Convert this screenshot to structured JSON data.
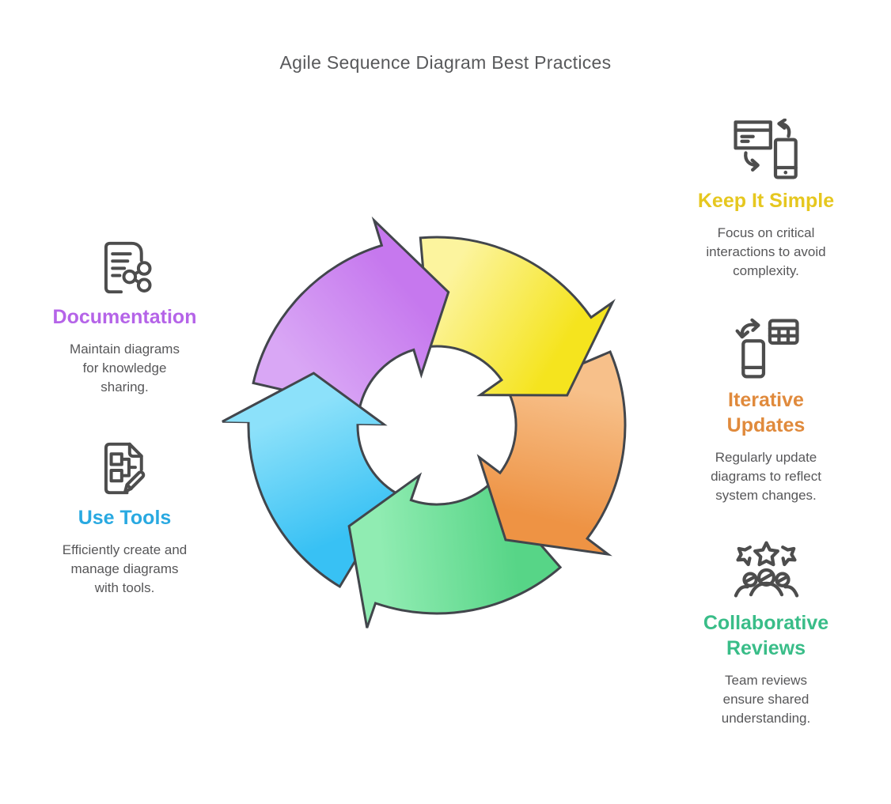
{
  "title": "Agile Sequence Diagram Best Practices",
  "text_colors": {
    "title": "#58595b",
    "body": "#575759"
  },
  "features": [
    {
      "id": "documentation",
      "icon": "document-share-icon",
      "heading": "Documentation",
      "heading_color": "#b564e8",
      "body": [
        "Maintain diagrams",
        "for knowledge",
        "sharing."
      ]
    },
    {
      "id": "use-tools",
      "icon": "document-edit-icon",
      "heading": "Use Tools",
      "heading_color": "#29a9e1",
      "body": [
        "Efficiently create and",
        "manage diagrams",
        "with tools."
      ]
    },
    {
      "id": "keep-it-simple",
      "icon": "card-phone-sync-icon",
      "heading": "Keep It Simple",
      "heading_color": "#e6c71f",
      "body": [
        "Focus on critical",
        "interactions to avoid",
        "complexity."
      ]
    },
    {
      "id": "iterative-updates",
      "icon": "phone-table-sync-icon",
      "heading": [
        "Iterative",
        "Updates"
      ],
      "heading_color": "#e08a3c",
      "body": [
        "Regularly update",
        "diagrams to reflect",
        "system changes."
      ]
    },
    {
      "id": "collaborative-reviews",
      "icon": "team-stars-icon",
      "heading": [
        "Collaborative",
        "Reviews"
      ],
      "heading_color": "#39bd88",
      "body": [
        "Team reviews",
        "ensure shared",
        "understanding."
      ]
    }
  ],
  "cycle": {
    "stroke": "#42464c",
    "stroke_width": 3,
    "arrows": [
      {
        "name": "purple",
        "start": 283,
        "tail_color": "#d9a7f5",
        "head_color": "#c678ee"
      },
      {
        "name": "yellow",
        "start": 355,
        "tail_color": "#fcf49e",
        "head_color": "#f5e41e"
      },
      {
        "name": "orange",
        "start": 67,
        "tail_color": "#f7c08a",
        "head_color": "#ee9344"
      },
      {
        "name": "green",
        "start": 139,
        "tail_color": "#57d587",
        "head_color": "#90ecb2"
      },
      {
        "name": "blue",
        "start": 211,
        "tail_color": "#38c1f4",
        "head_color": "#8ce1fa"
      }
    ],
    "draw_order": [
      "blue",
      "green",
      "orange",
      "yellow",
      "purple"
    ],
    "redraw_head_on_top": "blue"
  }
}
